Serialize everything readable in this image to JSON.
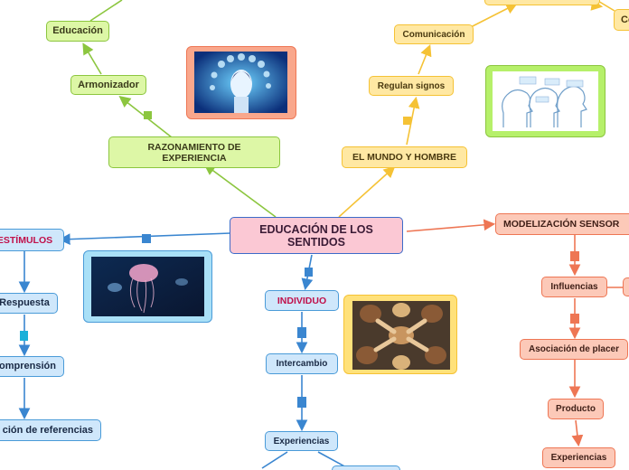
{
  "center": {
    "line1": "EDUCACIÓN DE LOS",
    "line2": "SENTIDOS"
  },
  "branches": {
    "razonamiento": {
      "line1": "RAZONAMIENTO DE",
      "line2": "EXPERIENCIA",
      "children": [
        "Armonizador",
        "Educación"
      ]
    },
    "mundo": {
      "label": "EL MUNDO Y HOMBRE",
      "children": [
        "Regulan signos",
        "Comunicación",
        "Co"
      ]
    },
    "estimulos": {
      "label": "ESTÍMULOS",
      "children": [
        "Respuesta",
        "omprensión",
        "ción de referencias"
      ]
    },
    "individuo": {
      "label": "INDIVIDUO",
      "children": [
        "Intercambio",
        "Experiencias"
      ]
    },
    "modelizacion": {
      "label": "MODELIZACIÓN SENSOR",
      "children": [
        "Influencias",
        "Asociación de placer",
        "Producto",
        "Experiencias"
      ]
    }
  },
  "colors": {
    "green": "#8cc63f",
    "yellow": "#f5c235",
    "blue": "#3a86d0",
    "salmon": "#ee7654",
    "pink": "#fbc8d4"
  },
  "images": [
    "face-art-image",
    "head-profiles-image",
    "jellyfish-image",
    "group-hands-image"
  ]
}
